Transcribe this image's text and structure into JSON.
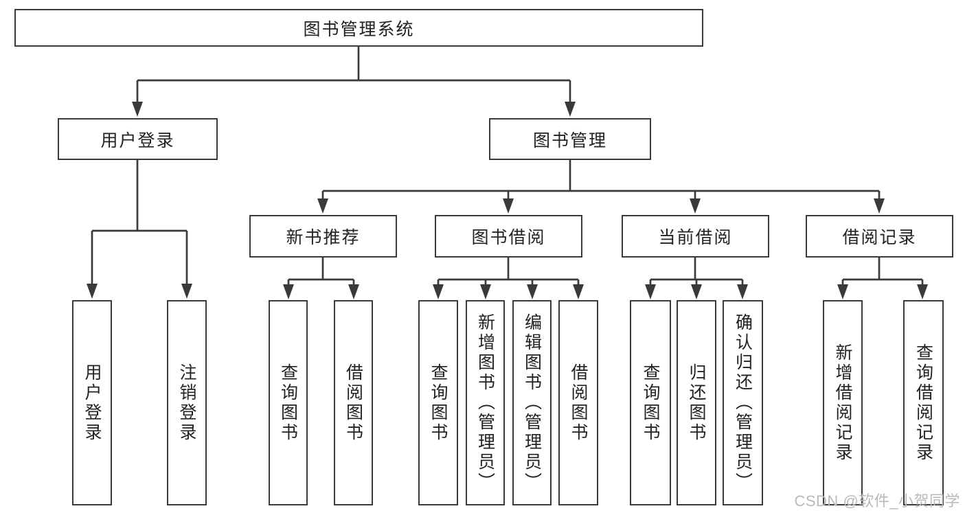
{
  "diagram": {
    "root": {
      "label": "图书管理系统"
    },
    "level2": {
      "user_login": {
        "label": "用户登录"
      },
      "book_management": {
        "label": "图书管理"
      }
    },
    "level3": {
      "new_book_recommend": {
        "label": "新书推荐"
      },
      "book_borrow": {
        "label": "图书借阅"
      },
      "current_borrow": {
        "label": "当前借阅"
      },
      "borrow_records": {
        "label": "借阅记录"
      }
    },
    "level4": {
      "user_login": [
        "用户登录",
        "注销登录"
      ],
      "new_book_recommend": [
        "查询图书",
        "借阅图书"
      ],
      "book_borrow": [
        "查询图书",
        "新增图书（管理员）",
        "编辑图书（管理员）",
        "借阅图书"
      ],
      "current_borrow": [
        "查询图书",
        "归还图书",
        "确认归还（管理员）"
      ],
      "borrow_records": [
        "新增借阅记录",
        "查询借阅记录"
      ]
    }
  },
  "watermark": "CSDN @软件_小贺同学",
  "colors": {
    "line": "#3a3a3a",
    "text": "#222222",
    "box_fill": "#ffffff",
    "watermark": "#b9b9bd",
    "background": "#ffffff"
  }
}
